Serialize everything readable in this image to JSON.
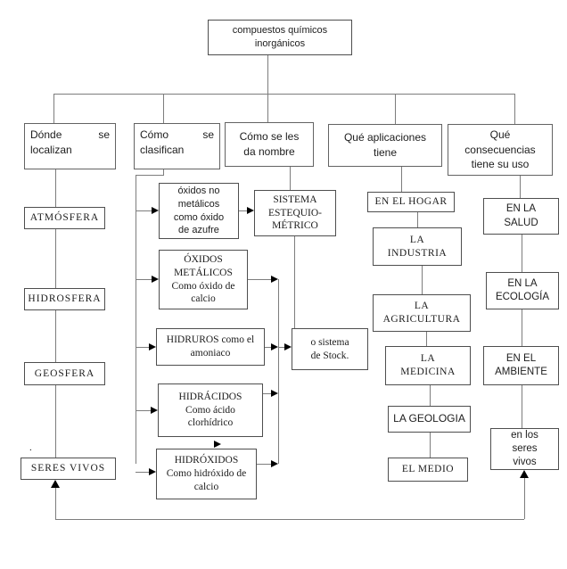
{
  "root": {
    "label": "compuestos químicos\ninorgánicos"
  },
  "branches": [
    {
      "id": "donde-se-localizan",
      "header": "Dónde se localizan",
      "items": [
        "ATMÓSFERA",
        "HIDROSFERA",
        "GEOSFERA",
        "SERES VIVOS"
      ]
    },
    {
      "id": "como-se-clasifican",
      "header": "Cómo se clasifican",
      "items": [
        "óxidos no\nmetálicos\ncomo óxido\nde azufre",
        "ÓXIDOS\nMETÁLICOS\nComo óxido de\ncalcio",
        "HIDRUROS como el\namoniaco",
        "HIDRÁCIDOS\nComo ácido\nclorhídrico",
        "HIDRÓXIDOS\nComo hidróxido de\ncalcio"
      ]
    },
    {
      "id": "como-se-les-da-nombre",
      "header": "Cómo se les\nda nombre",
      "items": [
        "SISTEMA\nESTEQUIO-\nMÉTRICO",
        "o sistema\nde Stock."
      ]
    },
    {
      "id": "que-aplicaciones-tiene",
      "header": "Qué aplicaciones\ntiene",
      "items": [
        "EN EL HOGAR",
        "LA\nINDUSTRIA",
        "LA\nAGRICULTURA",
        "LA\nMEDICINA",
        "LA GEOLOGIA",
        "EL MEDIO"
      ]
    },
    {
      "id": "que-consecuencias-tiene-su-uso",
      "header": "Qué\nconsecuencias\ntiene su uso",
      "items": [
        "EN LA\nSALUD",
        "EN LA\nECOLOGÍA",
        "EN EL\nAMBIENTE",
        "en los\nseres\nvivos"
      ]
    }
  ],
  "stray_dot": ".",
  "colors": {
    "background": "#ffffff",
    "line": "#7d7d7d",
    "box_border": "#4e4e4e",
    "arrowhead": "#000000",
    "text": "#1c1c1c"
  }
}
